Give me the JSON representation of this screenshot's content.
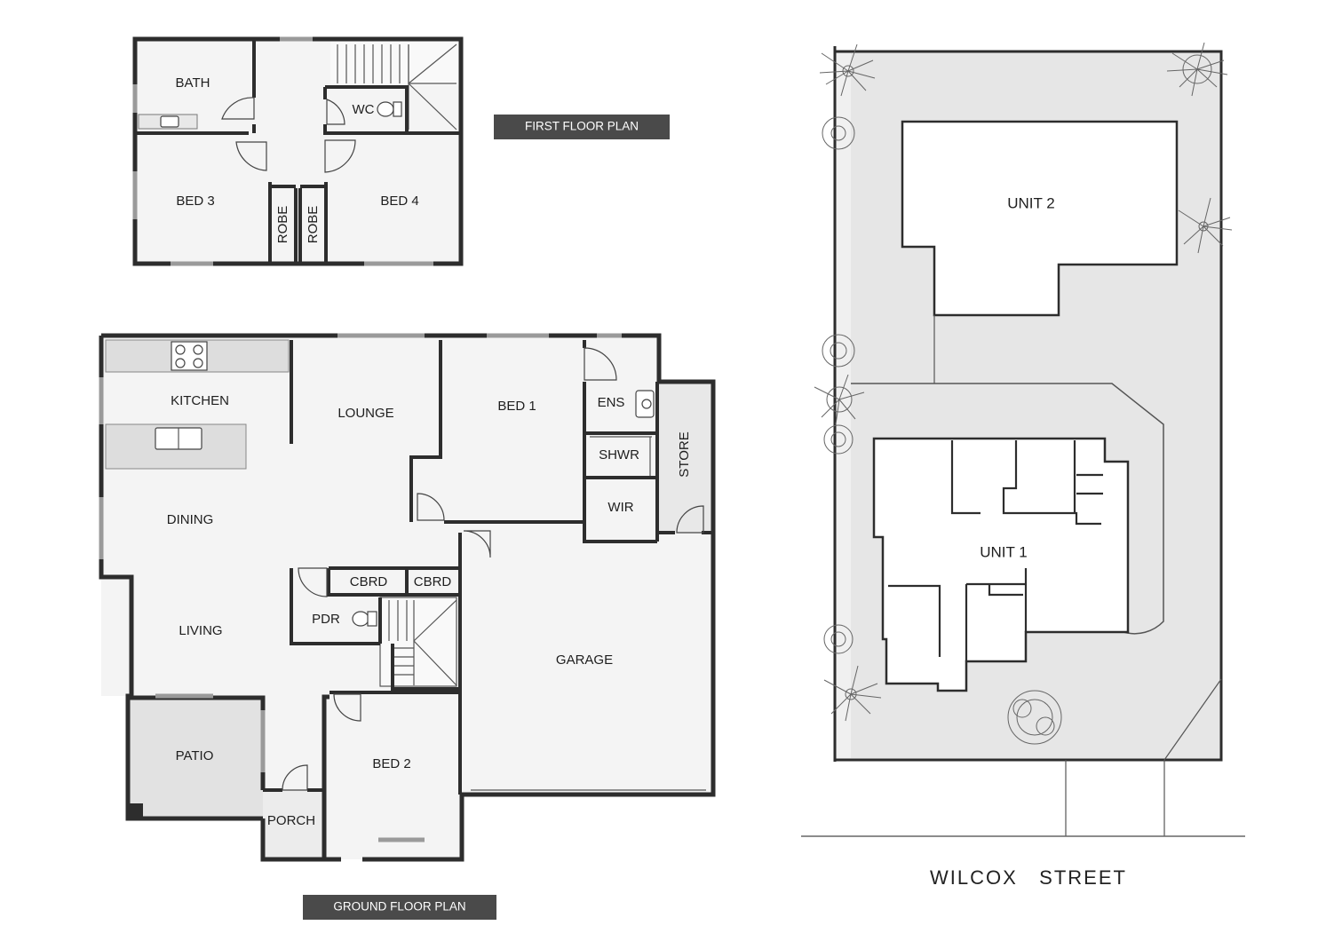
{
  "first_floor": {
    "caption": "FIRST FLOOR PLAN",
    "rooms": {
      "bath": "BATH",
      "wc": "WC",
      "bed3": "BED 3",
      "bed4": "BED 4",
      "robe_left": "ROBE",
      "robe_right": "ROBE"
    }
  },
  "ground_floor": {
    "caption": "GROUND FLOOR PLAN",
    "rooms": {
      "kitchen": "KITCHEN",
      "lounge": "LOUNGE",
      "bed1": "BED 1",
      "ens": "ENS",
      "shwr": "SHWR",
      "wir": "WIR",
      "store": "STORE",
      "dining": "DINING",
      "cbrd_left": "CBRD",
      "cbrd_right": "CBRD",
      "pdr": "PDR",
      "living": "LIVING",
      "garage": "GARAGE",
      "patio": "PATIO",
      "bed2": "BED 2",
      "porch": "PORCH"
    }
  },
  "site_plan": {
    "unit1": "UNIT 1",
    "unit2": "UNIT 2",
    "street": "WILCOX   STREET"
  },
  "colors": {
    "floor": "#f4f4f4",
    "wall": "#2d2d2d",
    "caption_bg": "#4a4a4a",
    "paving": "#e6e6e6",
    "bench": "#dddddd"
  }
}
